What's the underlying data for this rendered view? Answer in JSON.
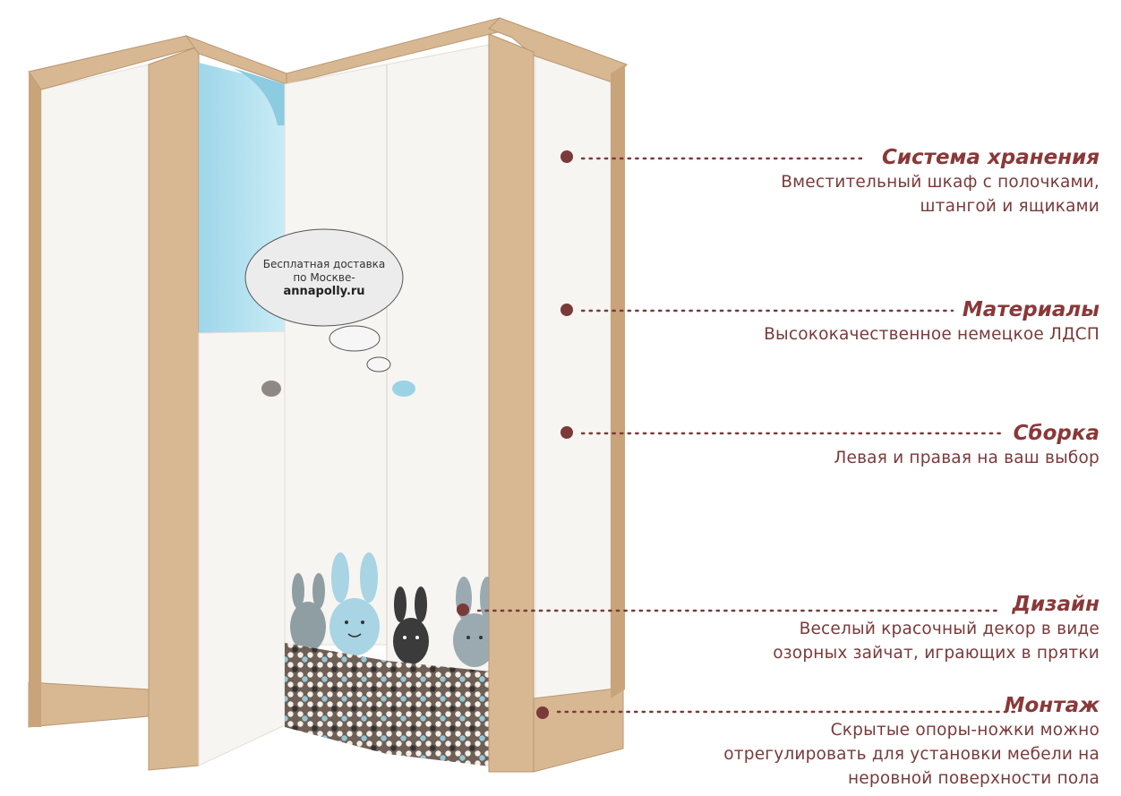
{
  "promo": {
    "line1": "Бесплатная доставка",
    "line2": "по Москве-",
    "site": "annapolly.ru"
  },
  "features": [
    {
      "title": "Система хранения",
      "description": "Вместительный шкаф с полочками,\nштангой и ящиками"
    },
    {
      "title": "Материалы",
      "description": "Высококачественное немецкое ЛДСП"
    },
    {
      "title": "Сборка",
      "description": "Левая и правая на ваш выбор"
    },
    {
      "title": "Дизайн",
      "description": "Веселый красочный декор в виде\nозорных зайчат, играющих в прятки"
    },
    {
      "title": "Монтаж",
      "description": "Скрытые опоры-ножки можно\nотрегулировать для установки мебели на\nнеровной поверхности пола"
    }
  ],
  "colors": {
    "accent": "#8a3838",
    "dot": "#7a3a3a",
    "wood": "#d8b892",
    "panel": "#f7f5f2",
    "interior_blue": "#aee0ef"
  }
}
